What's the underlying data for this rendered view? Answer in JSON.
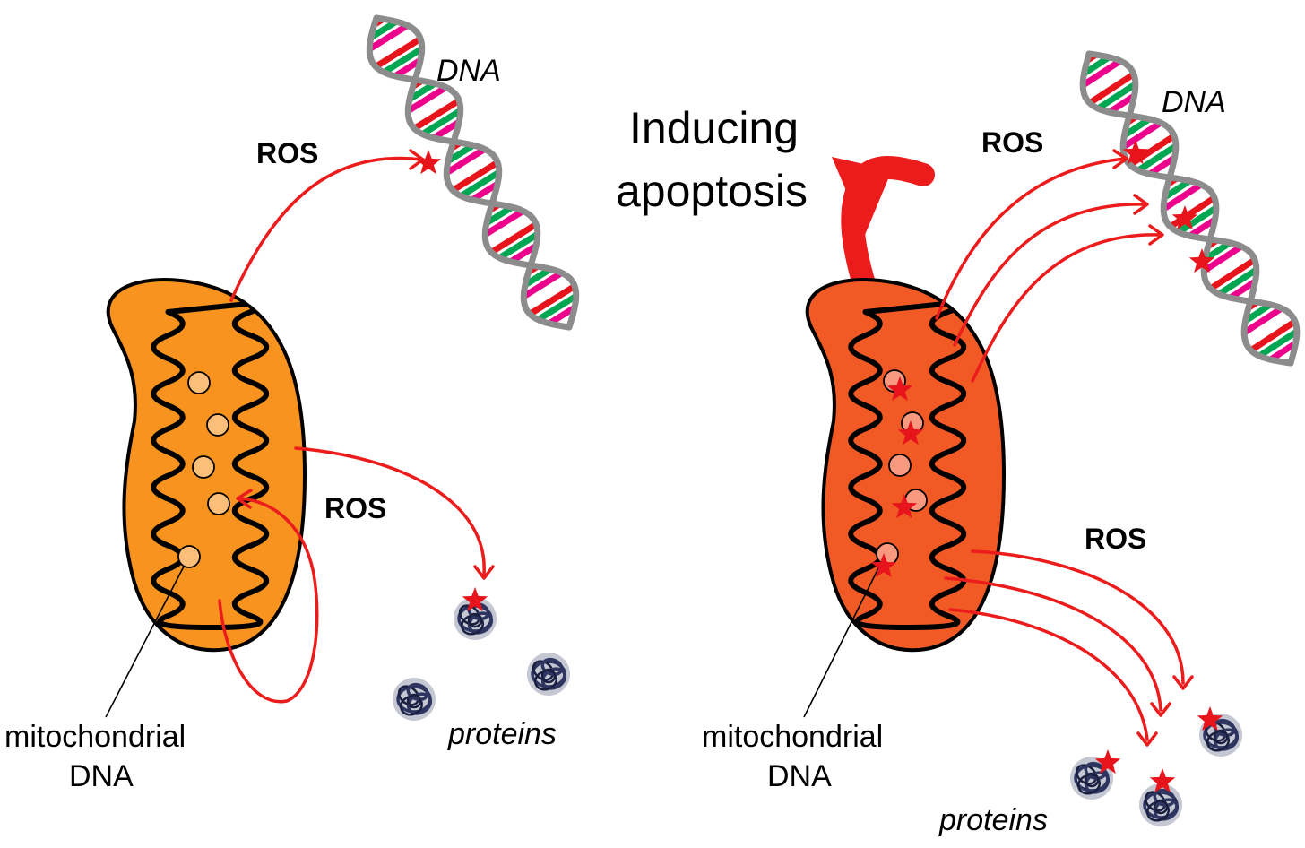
{
  "colors": {
    "ros_red": "#ec1c1c",
    "mito_left_outer": "#f7931e",
    "mito_left_inner": "#fbbf7a",
    "mito_right_outer": "#f15a24",
    "mito_right_inner": "#f99a80",
    "dna_backbone": "#8c8c8c",
    "dna_rungs": [
      "#e8141c",
      "#00a651",
      "#ec008c",
      "#ffffff"
    ],
    "protein": "#2e3560"
  },
  "left_panel": {
    "ros_label_top": "ROS",
    "ros_label_mid": "ROS",
    "dna_label": "DNA",
    "mito_dna_label_line1": "mitochondrial",
    "mito_dna_label_line2": "DNA",
    "proteins_label": "proteins"
  },
  "right_panel": {
    "apoptosis_line1": "Inducing",
    "apoptosis_line2": "apoptosis",
    "ros_label_top": "ROS",
    "ros_label_bottom": "ROS",
    "dna_label": "DNA",
    "mito_dna_label_line1": "mitochondrial",
    "mito_dna_label_line2": "DNA",
    "proteins_label": "proteins"
  }
}
